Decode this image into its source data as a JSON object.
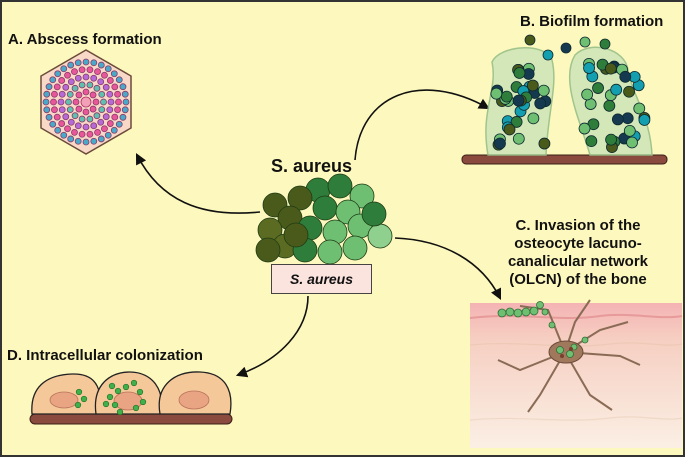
{
  "labels": {
    "abscess": "A. Abscess formation",
    "biofilm": "B. Biofilm formation",
    "invasion_lines": [
      "C. Invasion of the",
      "osteocyte lacuno-",
      "canalicular network",
      "(OLCN) of the bone"
    ],
    "intracellular": "D. Intracellular colonization",
    "center_title": "S. aureus",
    "center_box": "S. aureus"
  },
  "colors": {
    "background": "#fdf8bd",
    "border": "#333333",
    "cluster_dark": "#4a5a1a",
    "cluster_mid": "#2e7d3a",
    "cluster_light": "#6fbf73",
    "biofilm_teal": "#139fb0",
    "biofilm_navy": "#15394f",
    "cell_fill": "#f5c89a",
    "nucleus_fill": "#e9a484",
    "substrate": "#8a4b3e",
    "osteocyte": "#8a6b55"
  }
}
